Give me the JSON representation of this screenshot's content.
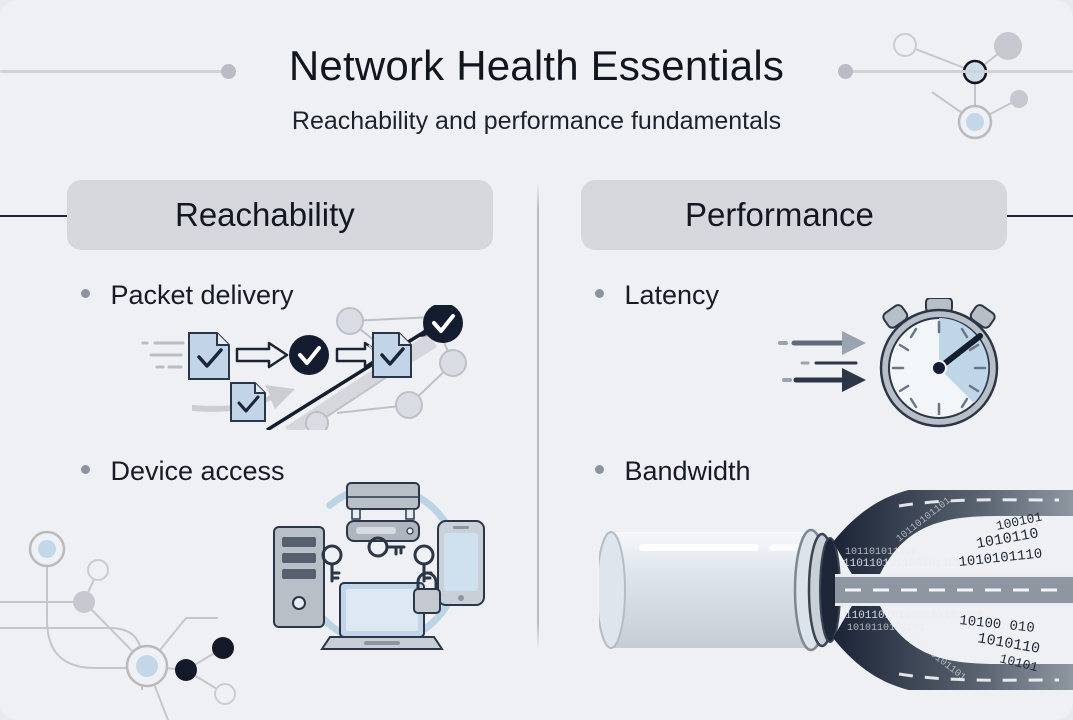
{
  "header": {
    "title": "Network Health Essentials",
    "subtitle": "Reachability and performance fundamentals",
    "rule_color": "#cfd2d8",
    "dot_color": "#b9bcc4"
  },
  "theme": {
    "background": "#eff0f3",
    "pill_background": "#d5d7dc",
    "connector_color": "#1b2435",
    "text_color": "#10151f",
    "bullet_color": "#8b93a3",
    "accent_blue": "#aec6de",
    "accent_dark": "#16203a",
    "divider_color": "#b6bac1"
  },
  "columns": [
    {
      "id": "reachability",
      "heading": "Reachability",
      "connector_side": "left",
      "items": [
        {
          "label": "Packet delivery",
          "illustration": "packet-delivery-illustration"
        },
        {
          "label": "Device access",
          "illustration": "device-access-illustration"
        }
      ]
    },
    {
      "id": "performance",
      "heading": "Performance",
      "connector_side": "right",
      "items": [
        {
          "label": "Latency",
          "illustration": "stopwatch-illustration"
        },
        {
          "label": "Bandwidth",
          "illustration": "pipe-to-roads-illustration"
        }
      ]
    }
  ],
  "decorations": [
    {
      "name": "network-node-cluster-top-right"
    },
    {
      "name": "network-node-cluster-bottom-left"
    }
  ]
}
